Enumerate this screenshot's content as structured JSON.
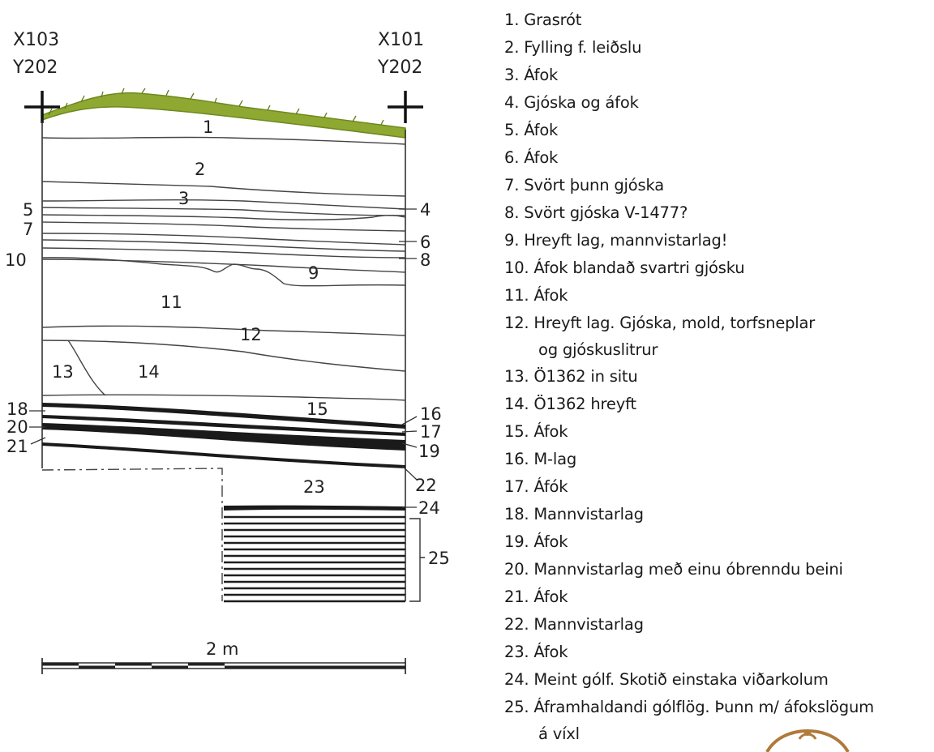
{
  "coords": {
    "left": {
      "x": "X103",
      "y": "Y202"
    },
    "right": {
      "x": "X101",
      "y": "Y202"
    }
  },
  "layer_numbers": [
    "1",
    "2",
    "3",
    "4",
    "5",
    "6",
    "7",
    "8",
    "9",
    "10",
    "11",
    "12",
    "13",
    "14",
    "15",
    "16",
    "17",
    "18",
    "19",
    "20",
    "21",
    "22",
    "23",
    "24",
    "25"
  ],
  "scale_label": "2 m",
  "legend": [
    {
      "text": "1. Grasrót"
    },
    {
      "text": "2. Fylling f. leiðslu"
    },
    {
      "text": "3. Áfok"
    },
    {
      "text": "4. Gjóska og áfok"
    },
    {
      "text": "5. Áfok"
    },
    {
      "text": "6. Áfok"
    },
    {
      "text": "7. Svört þunn gjóska"
    },
    {
      "text": "8. Svört gjóska V-1477?"
    },
    {
      "text": "9. Hreyft lag, mannvistarlag!"
    },
    {
      "text": "10. Áfok blandað svartri gjósku"
    },
    {
      "text": "11. Áfok"
    },
    {
      "text": "12. Hreyft lag. Gjóska, mold, torfsneplar",
      "cont": "og gjóskuslitrur"
    },
    {
      "text": "13. Ö1362 in situ"
    },
    {
      "text": "14. Ö1362 hreyft"
    },
    {
      "text": "15. Áfok"
    },
    {
      "text": "16. M-lag"
    },
    {
      "text": "17. Áfók"
    },
    {
      "text": "18. Mannvistarlag"
    },
    {
      "text": "19. Áfok"
    },
    {
      "text": "20. Mannvistarlag með einu óbrenndu beini"
    },
    {
      "text": "21. Áfok"
    },
    {
      "text": "22. Mannvistarlag"
    },
    {
      "text": "23. Áfok"
    },
    {
      "text": "24. Meint gólf. Skotið einstaka viðarkolum"
    },
    {
      "text": "25. Áframhaldandi gólflög. Þunn m/ áfokslögum",
      "cont": "á víxl"
    }
  ],
  "colors": {
    "grass": "#8fa832",
    "grass_dark": "#6d8a1e",
    "line": "#2a2a2a",
    "emblem": "#b07a3c"
  }
}
